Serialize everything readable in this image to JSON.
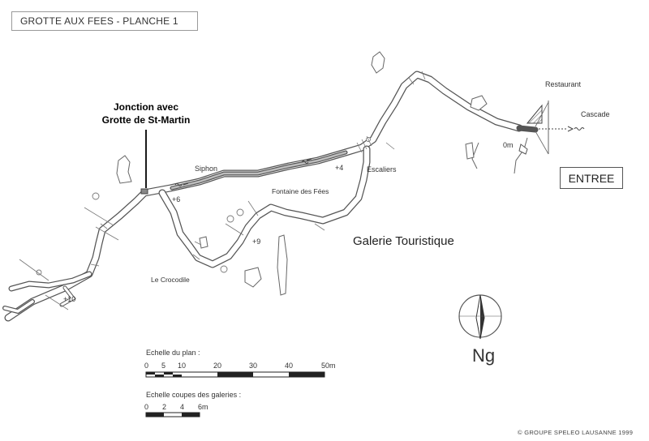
{
  "title": "GROTTE AUX FEES - PLANCHE 1",
  "junction": {
    "line1": "Jonction avec",
    "line2": "Grotte de St-Martin"
  },
  "labels": {
    "siphon": "Siphon",
    "restaurant": "Restaurant",
    "cascade": "Cascade",
    "zero": "0m",
    "entree": "ENTREE",
    "escaliers": "Escaliers",
    "fontaine": "Fontaine des Fées",
    "crocodile": "Le Crocodile",
    "galerie": "Galerie Touristique",
    "north": "Ng",
    "plus4": "+4",
    "plus6": "+6",
    "plus9": "+9",
    "plus10": "+10"
  },
  "scale_plan": {
    "title": "Echelle du plan  :",
    "unit": "m",
    "ticks": [
      "0",
      "5",
      "10",
      "20",
      "30",
      "40",
      "50m"
    ]
  },
  "scale_sections": {
    "title": "Echelle coupes des galeries  :",
    "unit": "m",
    "ticks": [
      "0",
      "2",
      "4",
      "6m"
    ]
  },
  "copyright": "©  GROUPE SPELEO LAUSANNE 1999"
}
